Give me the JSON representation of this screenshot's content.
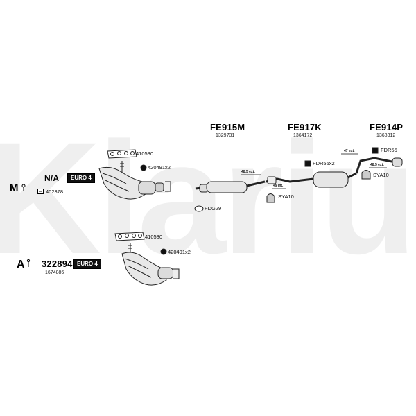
{
  "watermark": {
    "text": "Klarius"
  },
  "parts": {
    "front_pipe": {
      "code": "FE915M",
      "oem": "1329731"
    },
    "center_silencer": {
      "code": "FE917K",
      "oem": "1364172"
    },
    "rear_pipe": {
      "code": "FE914P",
      "oem": "1368312"
    }
  },
  "vehicle_manual": {
    "engine": "N/A",
    "euro": "EURO 4",
    "cat_code": "402378"
  },
  "vehicle_auto": {
    "part": "322894",
    "euro": "EURO 4",
    "oem": "1674886"
  },
  "manifold_top": {
    "gasket": "410530",
    "nut": "420491x2"
  },
  "manifold_bottom": {
    "gasket": "410530",
    "nut": "420491x2"
  },
  "fittings": {
    "fdg": "FDG29",
    "sya_left": "SYA10",
    "fdr_mid": "FDR55x2",
    "fdr_right": "FDR55",
    "sya_right": "SYA10"
  },
  "dimensions": {
    "d1": "48,5 ext.",
    "d2": "49 int.",
    "d3": "47 ext.",
    "d4": "48,5 ext."
  },
  "colors": {
    "line": "#222222",
    "watermark": "#f0f0f0"
  }
}
